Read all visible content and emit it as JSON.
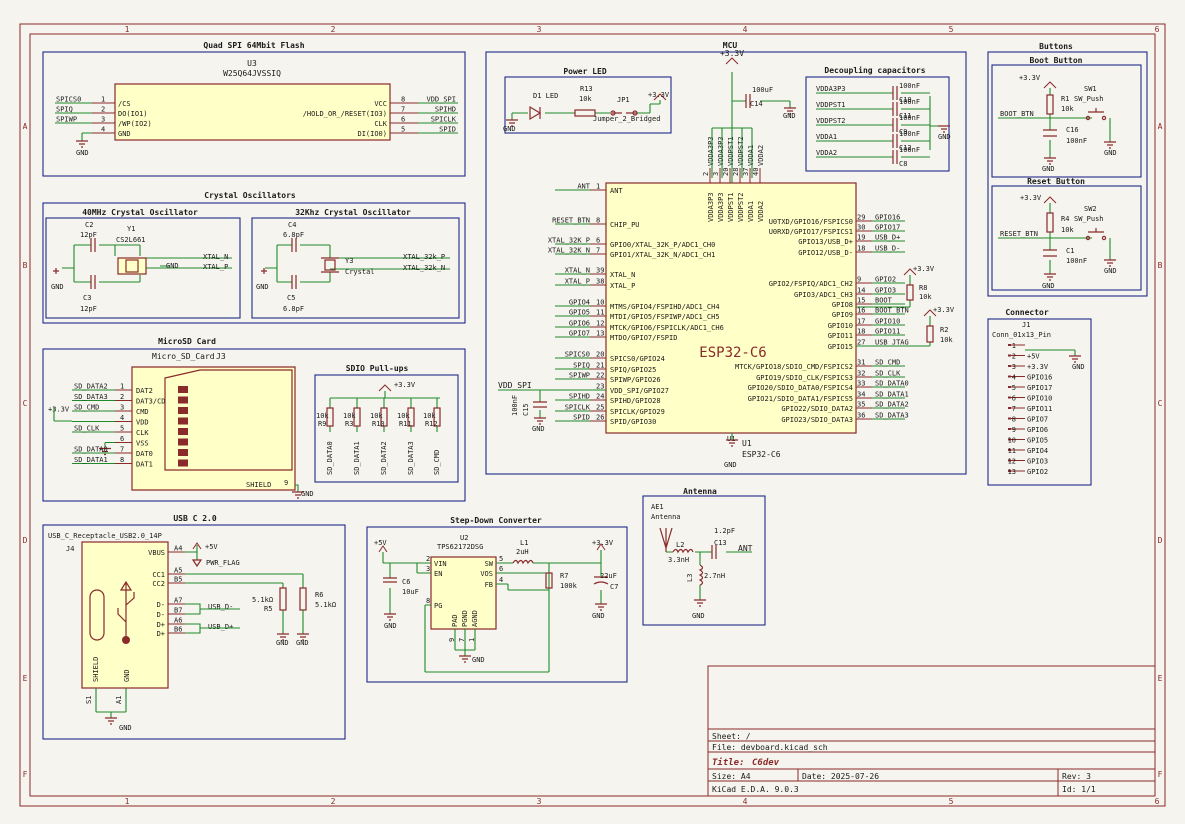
{
  "border": {
    "cols": [
      "1",
      "2",
      "3",
      "4",
      "5",
      "6"
    ],
    "rows": [
      "A",
      "B",
      "C",
      "D",
      "E",
      "F"
    ]
  },
  "blocks": {
    "flash": "Quad SPI 64Mbit Flash",
    "mcu": "MCU",
    "buttons": "Buttons",
    "crystal": "Crystal Oscillators",
    "xtal40": "40MHz Crystal Oscillator",
    "xtal32": "32Khz Crystal Oscillator",
    "microsd": "MicroSD Card",
    "sdio": "SDIO Pull-ups",
    "connector": "Connector",
    "usbc": "USB C 2.0",
    "stepdown": "Step-Down Converter",
    "antenna": "Antenna",
    "powerled": "Power LED",
    "decoupling": "Decoupling capacitors",
    "boot": "Boot Button",
    "reset": "Reset Button"
  },
  "flash": {
    "ref": "U3",
    "value": "W25Q64JVSSIQ",
    "left_pins": [
      {
        "num": "1",
        "name": "/CS",
        "net": "SPICS0"
      },
      {
        "num": "2",
        "name": "DO(IO1)",
        "net": "SPIQ"
      },
      {
        "num": "3",
        "name": "/WP(IO2)",
        "net": "SPIWP"
      },
      {
        "num": "4",
        "name": "GND",
        "net": ""
      }
    ],
    "right_pins": [
      {
        "num": "8",
        "name": "VCC",
        "net": "VDD_SPI"
      },
      {
        "num": "7",
        "name": "/HOLD_OR_/RESET(IO3)",
        "net": "SPIHD"
      },
      {
        "num": "6",
        "name": "CLK",
        "net": "SPICLK"
      },
      {
        "num": "5",
        "name": "DI(IO0)",
        "net": "SPID"
      }
    ],
    "gnd": "GND"
  },
  "mcu": {
    "ref": "U1",
    "value": "ESP32-C6",
    "body": "ESP32-C6",
    "supply": "+3.3V",
    "gnd": "GND",
    "c14": "C14",
    "c14v": "100uF",
    "top_pins": [
      {
        "num": "2",
        "name": "VDDA3P3"
      },
      {
        "num": "3",
        "name": "VDDA3P3"
      },
      {
        "num": "20",
        "name": "VDDPST1"
      },
      {
        "num": "28",
        "name": "VDDPST2"
      },
      {
        "num": "37",
        "name": "VDDA1"
      },
      {
        "num": "40",
        "name": "VDDA2"
      }
    ],
    "left_pins": [
      {
        "num": "1",
        "name": "ANT",
        "net": "ANT"
      },
      {
        "num": "8",
        "name": "CHIP_PU",
        "net": "RESET_BTN"
      },
      {
        "num": "6",
        "name": "GPIO0/XTAL_32K_P/ADC1_CH0",
        "net": "XTAL_32K_P"
      },
      {
        "num": "7",
        "name": "GPIO1/XTAL_32K_N/ADC1_CH1",
        "net": "XTAL_32K_N"
      },
      {
        "num": "39",
        "name": "XTAL_N",
        "net": "XTAL_N"
      },
      {
        "num": "38",
        "name": "XTAL_P",
        "net": "XTAL_P"
      },
      {
        "num": "10",
        "name": "MTMS/GPIO4/FSPIHD/ADC1_CH4",
        "net": "GPIO4"
      },
      {
        "num": "11",
        "name": "MTDI/GPIO5/FSPIWP/ADC1_CH5",
        "net": "GPIO5"
      },
      {
        "num": "12",
        "name": "MTCK/GPIO6/FSPICLK/ADC1_CH6",
        "net": "GPIO6"
      },
      {
        "num": "13",
        "name": "MTDO/GPIO7/FSPID",
        "net": "GPIO7"
      },
      {
        "num": "20",
        "name": "SPICS0/GPIO24",
        "net": "SPICS0"
      },
      {
        "num": "21",
        "name": "SPIQ/GPIO25",
        "net": "SPIQ"
      },
      {
        "num": "22",
        "name": "SPIWP/GPIO26",
        "net": "SPIWP"
      },
      {
        "num": "23",
        "name": "VDD_SPI/GPIO27",
        "net": "VDD_SPI"
      },
      {
        "num": "24",
        "name": "SPIHD/GPIO28",
        "net": "SPIHD"
      },
      {
        "num": "25",
        "name": "SPICLK/GPIO29",
        "net": "SPICLK"
      },
      {
        "num": "26",
        "name": "SPID/GPIO30",
        "net": "SPID"
      }
    ],
    "right_pins": [
      {
        "num": "29",
        "name": "U0TXD/GPIO16/FSPICS0",
        "net": "GPIO16"
      },
      {
        "num": "30",
        "name": "U0RXD/GPIO17/FSPICS1",
        "net": "GPIO17"
      },
      {
        "num": "19",
        "name": "GPIO13/USB_D+",
        "net": "USB_D+"
      },
      {
        "num": "18",
        "name": "GPIO12/USB_D-",
        "net": "USB_D-"
      },
      {
        "num": "9",
        "name": "GPIO2/FSPIQ/ADC1_CH2",
        "net": "GPIO2"
      },
      {
        "num": "14",
        "name": "GPIO3/ADC1_CH3",
        "net": "GPIO3"
      },
      {
        "num": "15",
        "name": "GPIO8",
        "net": "BOOT"
      },
      {
        "num": "16",
        "name": "GPIO9",
        "net": "BOOT_BTN"
      },
      {
        "num": "17",
        "name": "GPIO10",
        "net": "GPIO10"
      },
      {
        "num": "18",
        "name": "GPIO11",
        "net": "GPIO11"
      },
      {
        "num": "27",
        "name": "GPIO15",
        "net": "USB_JTAG"
      },
      {
        "num": "31",
        "name": "MTCK/GPIO18/SDIO_CMD/FSPICS2",
        "net": "SD_CMD"
      },
      {
        "num": "32",
        "name": "GPIO19/SDIO_CLK/FSPICS3",
        "net": "SD_CLK"
      },
      {
        "num": "33",
        "name": "GPIO20/SDIO_DATA0/FSPICS4",
        "net": "SD_DATA0"
      },
      {
        "num": "34",
        "name": "GPIO21/SDIO_DATA1/FSPICS5",
        "net": "SD_DATA1"
      },
      {
        "num": "35",
        "name": "GPIO22/SDIO_DATA2",
        "net": "SD_DATA2"
      },
      {
        "num": "36",
        "name": "GPIO23/SDIO_DATA3",
        "net": "SD_DATA3"
      }
    ],
    "r8": "R8",
    "r8v": "10k",
    "r2": "R2",
    "r2v": "10k",
    "p33a": "+3.3V",
    "p33b": "+3.3V",
    "c15": "C15",
    "c15v": "100nF",
    "vddspi": "VDD_SPI"
  },
  "powerled": {
    "d1": "D1 LED",
    "r13": "R13",
    "r13v": "10k",
    "jp1": "JP1",
    "jp1v": "Jumper_2_Bridged",
    "p33": "+3.3V",
    "gnd": "GND"
  },
  "decoupling": {
    "rows": [
      {
        "net": "VDDA3P3",
        "ref": "C10",
        "val": "100nF"
      },
      {
        "net": "VDDPST1",
        "ref": "C11",
        "val": "100nF"
      },
      {
        "net": "VDDPST2",
        "ref": "C9",
        "val": "100nF"
      },
      {
        "net": "VDDA1",
        "ref": "C12",
        "val": "100nF"
      },
      {
        "net": "VDDA2",
        "ref": "C8",
        "val": "100nF"
      }
    ],
    "gnd": "GND"
  },
  "boot": {
    "p33": "+3.3V",
    "r": "R1",
    "rv": "10k",
    "sw": "SW1",
    "swv": "SW_Push",
    "net": "BOOT_BTN",
    "c": "C16",
    "cv": "100nF",
    "gnd": "GND"
  },
  "reset": {
    "p33": "+3.3V",
    "r": "R4",
    "rv": "10k",
    "sw": "SW2",
    "swv": "SW_Push",
    "net": "RESET_BTN",
    "c": "C1",
    "cv": "100nF",
    "gnd": "GND"
  },
  "xtal40": {
    "c2": "C2",
    "c2v": "12pF",
    "y": "Y1",
    "yv": "CS2L661",
    "c3": "C3",
    "c3v": "12pF",
    "n": "XTAL_N",
    "p": "XTAL_P",
    "gnd": "GND"
  },
  "xtal32": {
    "c4": "C4",
    "c4v": "6.8pF",
    "y": "Y3",
    "yv": "Crystal",
    "c5": "C5",
    "c5v": "6.8pF",
    "p": "XTAL_32k_P",
    "n": "XTAL_32k_N",
    "gnd": "GND"
  },
  "microsd": {
    "ref": "J3",
    "value": "Micro_SD_Card",
    "pins": [
      {
        "num": "1",
        "name": "DAT2",
        "net": "SD_DATA2"
      },
      {
        "num": "2",
        "name": "DAT3/CD",
        "net": "SD_DATA3"
      },
      {
        "num": "3",
        "name": "CMD",
        "net": "SD_CMD"
      },
      {
        "num": "4",
        "name": "VDD",
        "net": "+3.3V"
      },
      {
        "num": "5",
        "name": "CLK",
        "net": "SD_CLK"
      },
      {
        "num": "6",
        "name": "VSS",
        "net": ""
      },
      {
        "num": "7",
        "name": "DAT0",
        "net": "SD_DATA0"
      },
      {
        "num": "8",
        "name": "DAT1",
        "net": "SD_DATA1"
      }
    ],
    "shield": "SHIELD",
    "shieldnum": "9",
    "gnd": "GND"
  },
  "sdio": {
    "p33": "+3.3V",
    "res": [
      {
        "ref": "R9",
        "val": "10k",
        "net": "SD_DATA0"
      },
      {
        "ref": "R3",
        "val": "10k",
        "net": "SD_DATA1"
      },
      {
        "ref": "R10",
        "val": "10k",
        "net": "SD_DATA2"
      },
      {
        "ref": "R11",
        "val": "10k",
        "net": "SD_DATA3"
      },
      {
        "ref": "R12",
        "val": "10k",
        "net": "SD_CMD"
      }
    ]
  },
  "connector": {
    "ref": "J1",
    "value": "Conn_01x13_Pin",
    "pins": [
      {
        "num": "1",
        "net": ""
      },
      {
        "num": "2",
        "net": "+5V"
      },
      {
        "num": "3",
        "net": "+3.3V"
      },
      {
        "num": "4",
        "net": "GPIO16"
      },
      {
        "num": "5",
        "net": "GPIO17"
      },
      {
        "num": "6",
        "net": "GPIO10"
      },
      {
        "num": "7",
        "net": "GPIO11"
      },
      {
        "num": "8",
        "net": "GPIO7"
      },
      {
        "num": "9",
        "net": "GPIO6"
      },
      {
        "num": "10",
        "net": "GPIO5"
      },
      {
        "num": "11",
        "net": "GPIO4"
      },
      {
        "num": "12",
        "net": "GPIO3"
      },
      {
        "num": "13",
        "net": "GPIO2"
      }
    ],
    "gnd": "GND"
  },
  "usbc": {
    "ref": "J4",
    "value": "USB_C_Receptacle_USB2.0_14P",
    "pins": [
      {
        "num": "A4",
        "name": "VBUS",
        "net": "+5V"
      },
      {
        "num": "A5",
        "name": "CC1",
        "net": ""
      },
      {
        "num": "B5",
        "name": "CC2",
        "net": ""
      },
      {
        "num": "A7",
        "name": "D-",
        "net": "USB_D-"
      },
      {
        "num": "B7",
        "name": "D-",
        "net": ""
      },
      {
        "num": "A6",
        "name": "D+",
        "net": "USB_D+"
      },
      {
        "num": "B6",
        "name": "D+",
        "net": ""
      }
    ],
    "pwr": "PWR_FLAG",
    "p5": "+5V",
    "r5": "R5",
    "r5v": "5.1kΩ",
    "r6": "R6",
    "r6v": "5.1kΩ",
    "shield": "SHIELD",
    "gndpin": "GND",
    "s1": "S1",
    "a1": "A1",
    "gnd": "GND"
  },
  "stepdown": {
    "ref": "U2",
    "value": "TPS62172DSG",
    "left": [
      {
        "num": "2",
        "name": "VIN"
      },
      {
        "num": "3",
        "name": "EN"
      },
      {
        "num": "8",
        "name": "PG"
      }
    ],
    "right": [
      {
        "num": "5",
        "name": "SW"
      },
      {
        "num": "6",
        "name": "VOS"
      },
      {
        "num": "4",
        "name": "FB"
      }
    ],
    "bottom": [
      {
        "num": "9",
        "name": "PAD"
      },
      {
        "num": "7",
        "name": "PGND"
      },
      {
        "num": "1",
        "name": "AGND"
      }
    ],
    "p5": "+5V",
    "p33": "+3.3V",
    "c6": "C6",
    "c6v": "10uF",
    "l1": "L1",
    "l1v": "2uH",
    "r7": "R7",
    "r7v": "100k",
    "c7": "C7",
    "c7v": "22uF",
    "gnd": "GND"
  },
  "antenna": {
    "ae": "AE1",
    "aev": "Antenna",
    "l2": "L2",
    "l2v": "3.3nH",
    "c13": "C13",
    "c13v": "1.2pF",
    "l3": "L3",
    "l3v": "2.7nH",
    "net": "ANT",
    "gnd": "GND"
  },
  "titleblock": {
    "sheet": "Sheet: /",
    "file": "File: devboard.kicad_sch",
    "title_label": "Title:",
    "title": "C6dev",
    "size": "Size: A4",
    "date": "Date: 2025-07-26",
    "rev": "Rev: 3",
    "tool": "KiCad E.D.A. 9.0.3",
    "id": "Id: 1/1"
  }
}
